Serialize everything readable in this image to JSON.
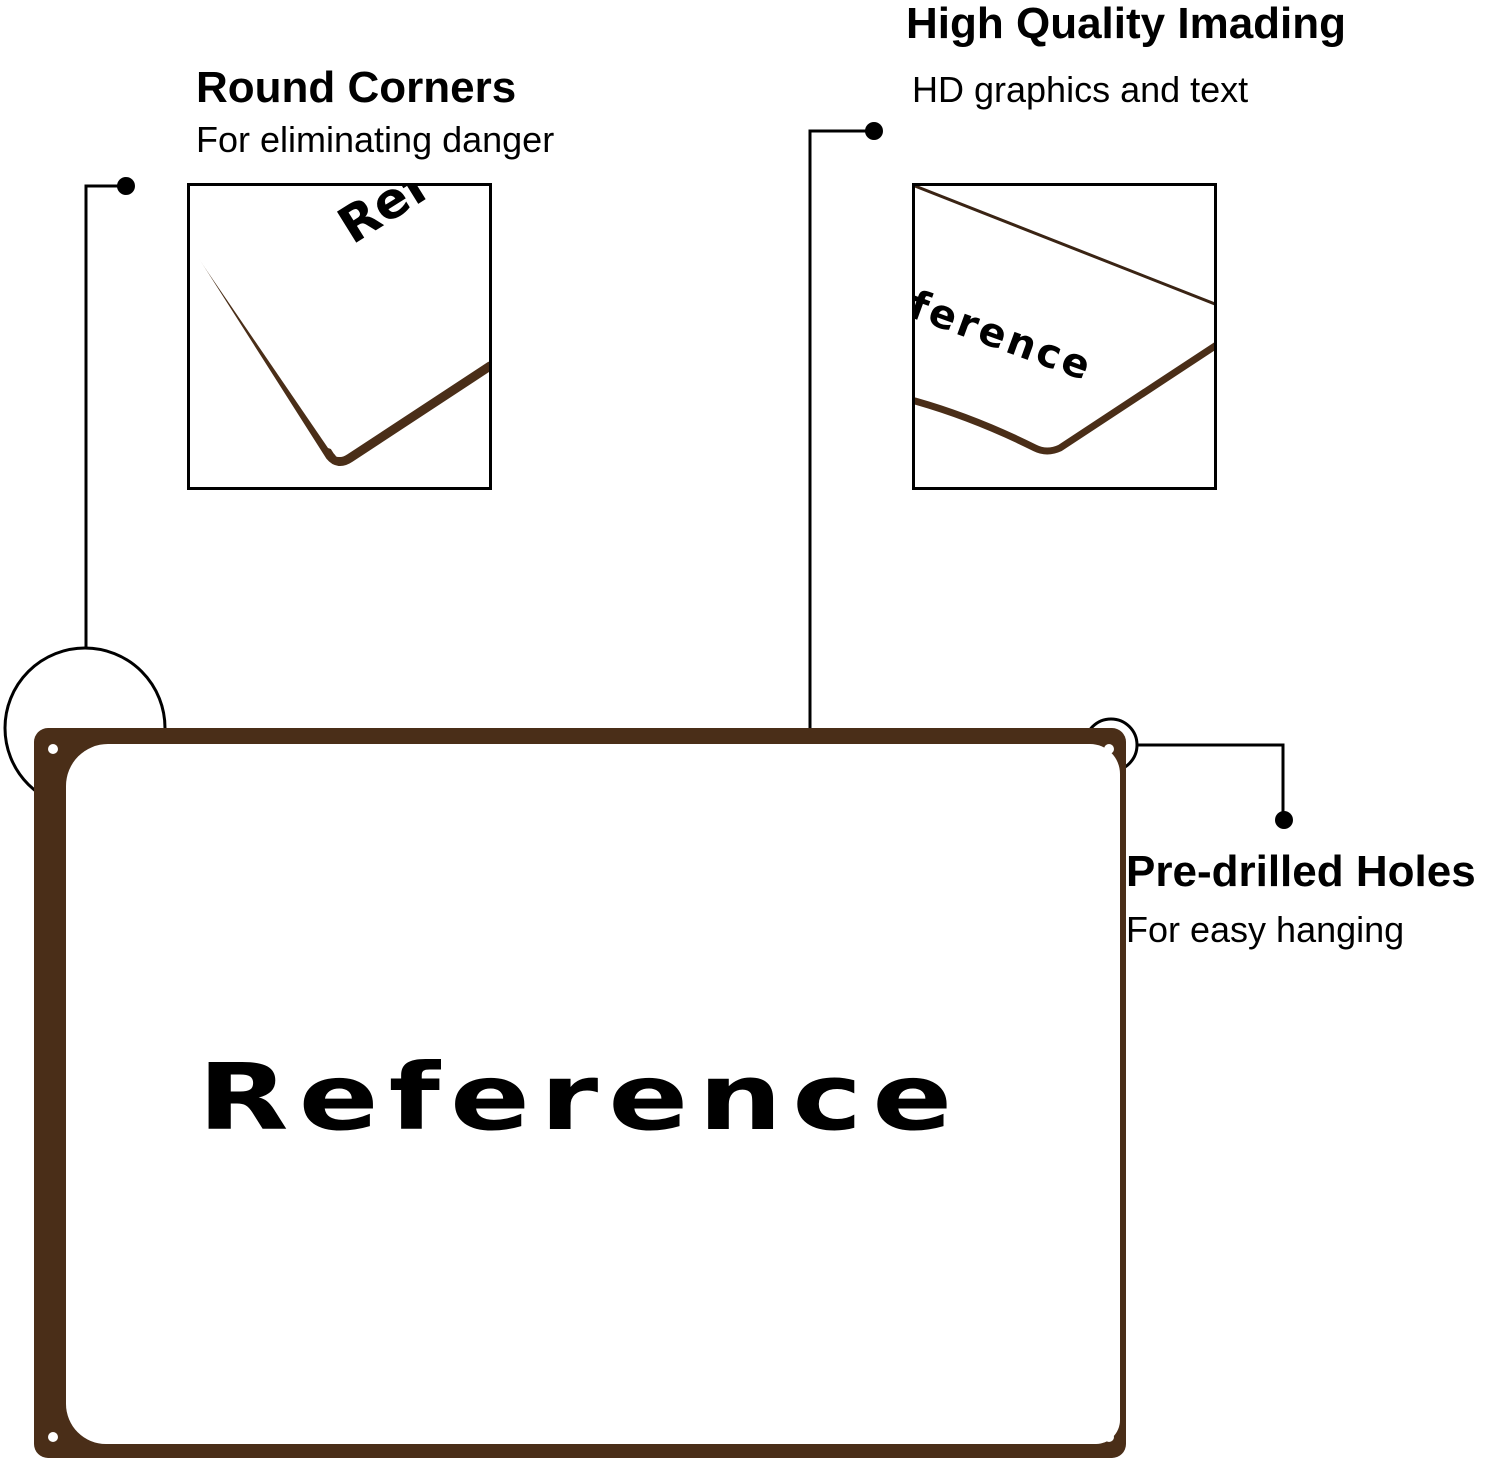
{
  "features": {
    "round_corners": {
      "title": "Round Corners",
      "subtitle": "For eliminating danger",
      "zoom_text": "Ref"
    },
    "high_quality": {
      "title": "High Quality Imading",
      "subtitle": "HD graphics and text",
      "zoom_text": "ference"
    },
    "pre_drilled": {
      "title": "Pre-drilled Holes",
      "subtitle": "For easy hanging"
    }
  },
  "sign": {
    "text": "Reference",
    "border_color": "#4a2e18",
    "background": "#ffffff"
  },
  "colors": {
    "callout_line": "#000000",
    "text": "#000000"
  }
}
